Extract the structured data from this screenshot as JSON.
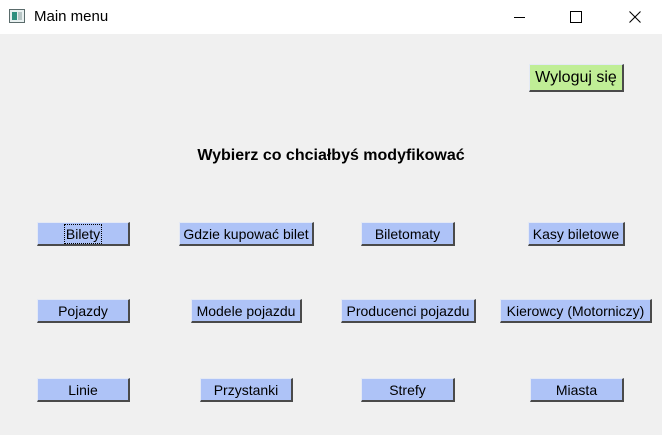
{
  "window": {
    "title": "Main menu"
  },
  "controls": {
    "logout_label": "Wyloguj się"
  },
  "heading": "Wybierz co chciałbyś modyfikować",
  "menu": {
    "row1": [
      "Bilety",
      "Gdzie kupować bilet",
      "Biletomaty",
      "Kasy biletowe"
    ],
    "row2": [
      "Pojazdy",
      "Modele pojazdu",
      "Producenci pojazdu",
      "Kierowcy (Motorniczy)"
    ],
    "row3": [
      "Linie",
      "Przystanki",
      "Strefy",
      "Miasta"
    ]
  },
  "colors": {
    "menu_button": "#aec3f7",
    "logout_button": "#c0ee96",
    "background": "#f0f0f0"
  }
}
